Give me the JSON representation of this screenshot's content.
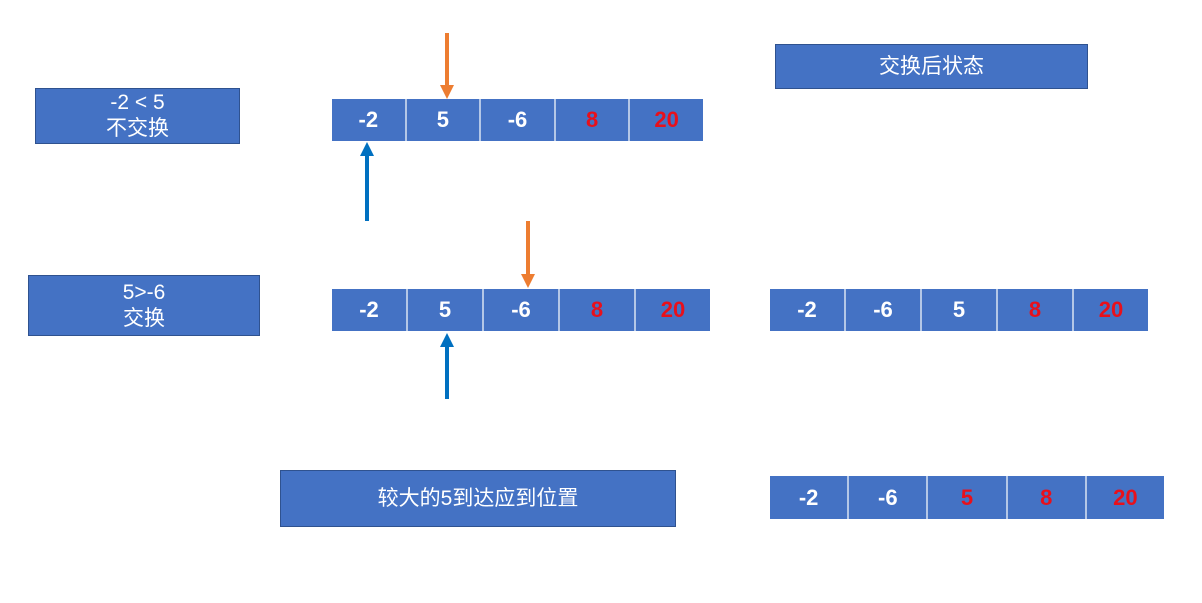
{
  "colors": {
    "box_fill": "#4472c4",
    "box_border": "#2f528f",
    "cell_divider": "#b4c7e7",
    "sorted_text": "#e8101b",
    "normal_text": "#ffffff",
    "arrow_orange": "#ed7d31",
    "arrow_blue": "#0070c0"
  },
  "header": {
    "after_swap_label": "交换后状态"
  },
  "steps": [
    {
      "comparison": "-2 < 5",
      "action": "不交换",
      "array": [
        {
          "value": "-2",
          "sorted": false
        },
        {
          "value": "5",
          "sorted": false
        },
        {
          "value": "-6",
          "sorted": false
        },
        {
          "value": "8",
          "sorted": true
        },
        {
          "value": "20",
          "sorted": true
        }
      ],
      "pointer_top_index": 1,
      "pointer_bottom_index": 0
    },
    {
      "comparison": "5>-6",
      "action": "交换",
      "array": [
        {
          "value": "-2",
          "sorted": false
        },
        {
          "value": "5",
          "sorted": false
        },
        {
          "value": "-6",
          "sorted": false
        },
        {
          "value": "8",
          "sorted": true
        },
        {
          "value": "20",
          "sorted": true
        }
      ],
      "pointer_top_index": 2,
      "pointer_bottom_index": 1,
      "after": [
        {
          "value": "-2",
          "sorted": false
        },
        {
          "value": "-6",
          "sorted": false
        },
        {
          "value": "5",
          "sorted": false
        },
        {
          "value": "8",
          "sorted": true
        },
        {
          "value": "20",
          "sorted": true
        }
      ]
    }
  ],
  "result": {
    "caption": "较大的5到达应到位置",
    "array": [
      {
        "value": "-2",
        "sorted": false
      },
      {
        "value": "-6",
        "sorted": false
      },
      {
        "value": "5",
        "sorted": true
      },
      {
        "value": "8",
        "sorted": true
      },
      {
        "value": "20",
        "sorted": true
      }
    ]
  }
}
